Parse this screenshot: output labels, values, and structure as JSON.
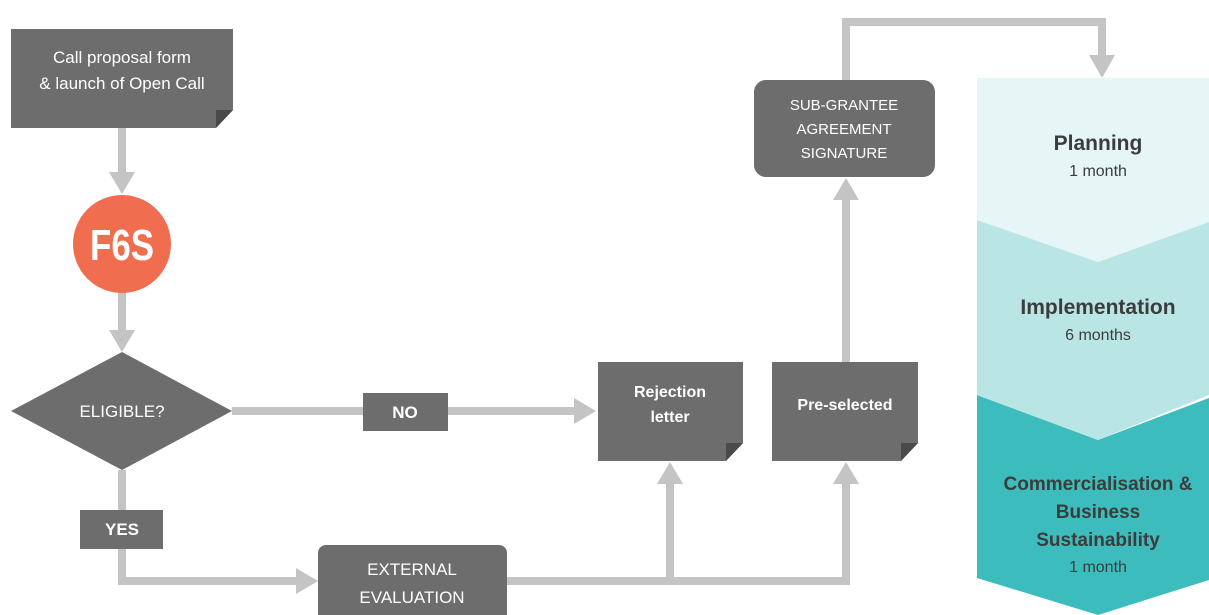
{
  "nodes": {
    "call_proposal": {
      "lines": [
        "Call proposal form",
        "& launch of Open Call"
      ]
    },
    "logo": {
      "text": "F6S"
    },
    "eligible": {
      "text": "ELIGIBLE?"
    },
    "no_label": {
      "text": "NO"
    },
    "yes_label": {
      "text": "YES"
    },
    "external_evaluation": {
      "lines": [
        "EXTERNAL",
        "EVALUATION"
      ]
    },
    "rejection_letter": {
      "lines": [
        "Rejection",
        "letter"
      ]
    },
    "pre_selected": {
      "text": "Pre-selected"
    },
    "agreement": {
      "lines": [
        "SUB-GRANTEE",
        "AGREEMENT",
        "SIGNATURE"
      ]
    }
  },
  "phases": [
    {
      "title_lines": [
        "Planning"
      ],
      "duration": "1 month"
    },
    {
      "title_lines": [
        "Implementation"
      ],
      "duration": "6 months"
    },
    {
      "title_lines": [
        "Commercialisation &",
        "Business",
        "Sustainability"
      ],
      "duration": "1 month"
    }
  ],
  "colors": {
    "box": "#6d6d6d",
    "box_dark": "#5a5a5a",
    "fold": "#4a4a4a",
    "arrow": "#c4c4c4",
    "logo": "#f16d4f",
    "phase1": "#e6f5f5",
    "phase2": "#b9e6e5",
    "phase3": "#3cbcbd",
    "phase_text": "#3c3c3c"
  }
}
